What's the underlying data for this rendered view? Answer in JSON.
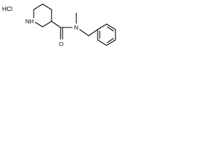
{
  "molecule": {
    "salt_label": "HCl",
    "ring_nh_label": "NH",
    "carbonyl_o_label": "O",
    "amide_n_label": "N"
  },
  "colors": {
    "bond": "#000000",
    "text": "#000000",
    "background": "#ffffff"
  }
}
